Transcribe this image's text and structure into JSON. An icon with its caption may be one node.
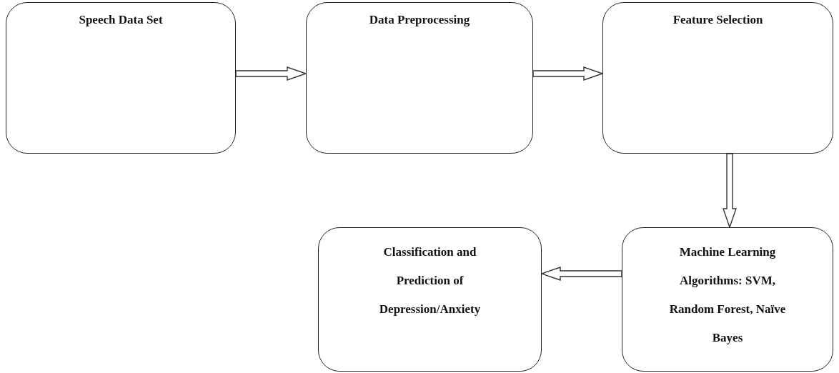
{
  "diagram": {
    "nodes": [
      {
        "text": [
          "Speech Data Set"
        ]
      },
      {
        "text": [
          "Data Preprocessing"
        ]
      },
      {
        "text": [
          "Feature Selection"
        ]
      },
      {
        "text": [
          "Classification and Prediction of Depression/Anxiety"
        ]
      },
      {
        "text": [
          "Machine Learning Algorithms: SVM, Random Forest, Naïve Bayes"
        ]
      }
    ],
    "edges": [
      {
        "from": 0,
        "to": 1,
        "arrow": "to"
      },
      {
        "from": 1,
        "to": 2,
        "arrow": "to"
      },
      {
        "from": 2,
        "to": 4,
        "arrow": "to"
      },
      {
        "from": 4,
        "to": 3,
        "arrow": "to"
      }
    ]
  }
}
